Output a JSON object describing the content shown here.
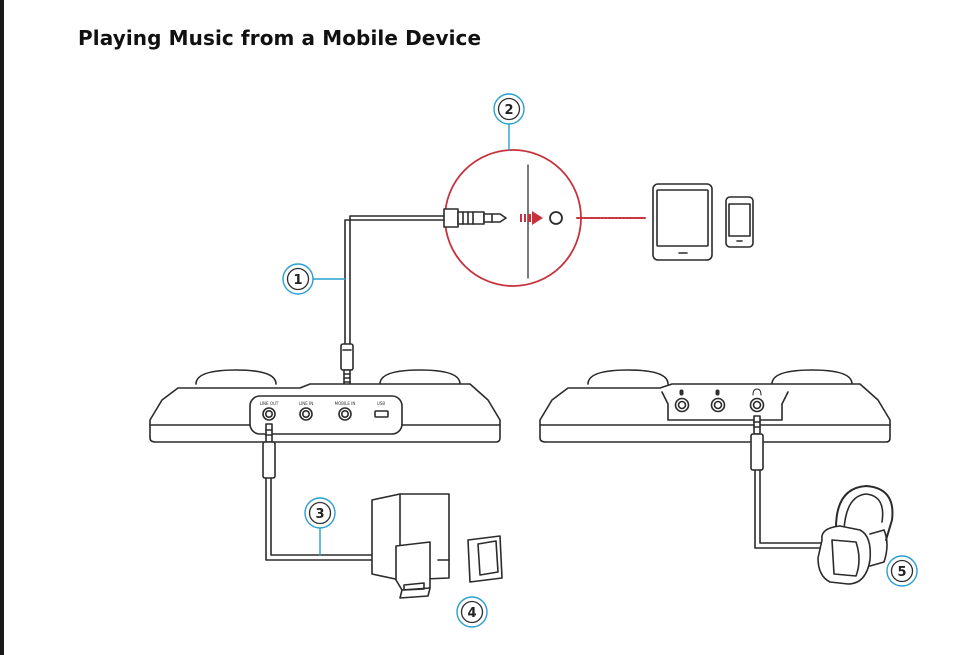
{
  "page": {
    "title": "Playing Music from a Mobile Device"
  },
  "ports": {
    "line_out": "LINE OUT",
    "line_in": "LINE IN",
    "mobile_in": "MOBILE IN",
    "usb": "USB"
  },
  "callouts": [
    "1",
    "2",
    "3",
    "4",
    "5"
  ],
  "colors": {
    "callout_ring": "#2a9fd0",
    "zoom_circle": "#c8323c",
    "arrow": "#c8323c",
    "outline": "#2b2b2b"
  }
}
